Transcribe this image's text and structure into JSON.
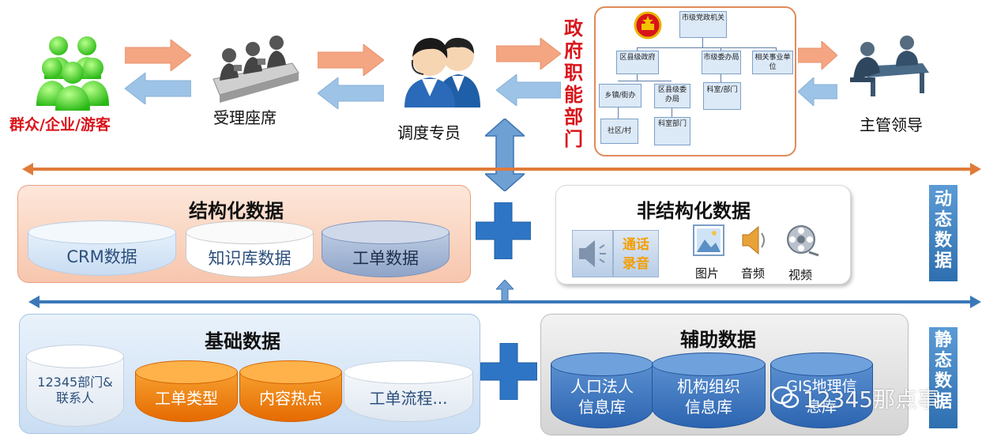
{
  "actors": {
    "public": "群众/企业/游客",
    "seat": "受理座席",
    "dispatcher": "调度专员",
    "gov_dept_label": "政府职能部门",
    "leader": "主管领导"
  },
  "org_chart": {
    "city_party": "市级党政机关",
    "district_gov": "区县级政府",
    "city_committee": "市级委办局",
    "related_units": "相关事业单位",
    "town_office": "乡镇/街办",
    "district_committee": "区县级委办局",
    "city_section": "科室/部门",
    "community": "社区/村",
    "district_section": "科室部门"
  },
  "structured": {
    "title": "结构化数据",
    "items": [
      "CRM数据",
      "知识库数据",
      "工单数据"
    ]
  },
  "unstructured": {
    "title": "非结构化数据",
    "call_recording": "通话录音",
    "image": "图片",
    "audio": "音频",
    "video": "视频"
  },
  "dynamic_label": "动态数据",
  "basic": {
    "title": "基础数据",
    "items": [
      "12345部门&联系人",
      "工单类型",
      "内容热点",
      "工单流程..."
    ]
  },
  "aux": {
    "title": "辅助数据",
    "items": [
      "人口法人信息库",
      "机构组织信息库",
      "GIS地理信息库"
    ]
  },
  "static_label": "静态数据",
  "watermark": "12345那点事",
  "colors": {
    "red_text": "#d9141b",
    "orange_arrow": "#f4a582",
    "blue_arrow": "#9dc3e6",
    "axis_orange": "#e07b39",
    "axis_blue": "#3a78b8",
    "plus_blue": "#2e75c5"
  }
}
